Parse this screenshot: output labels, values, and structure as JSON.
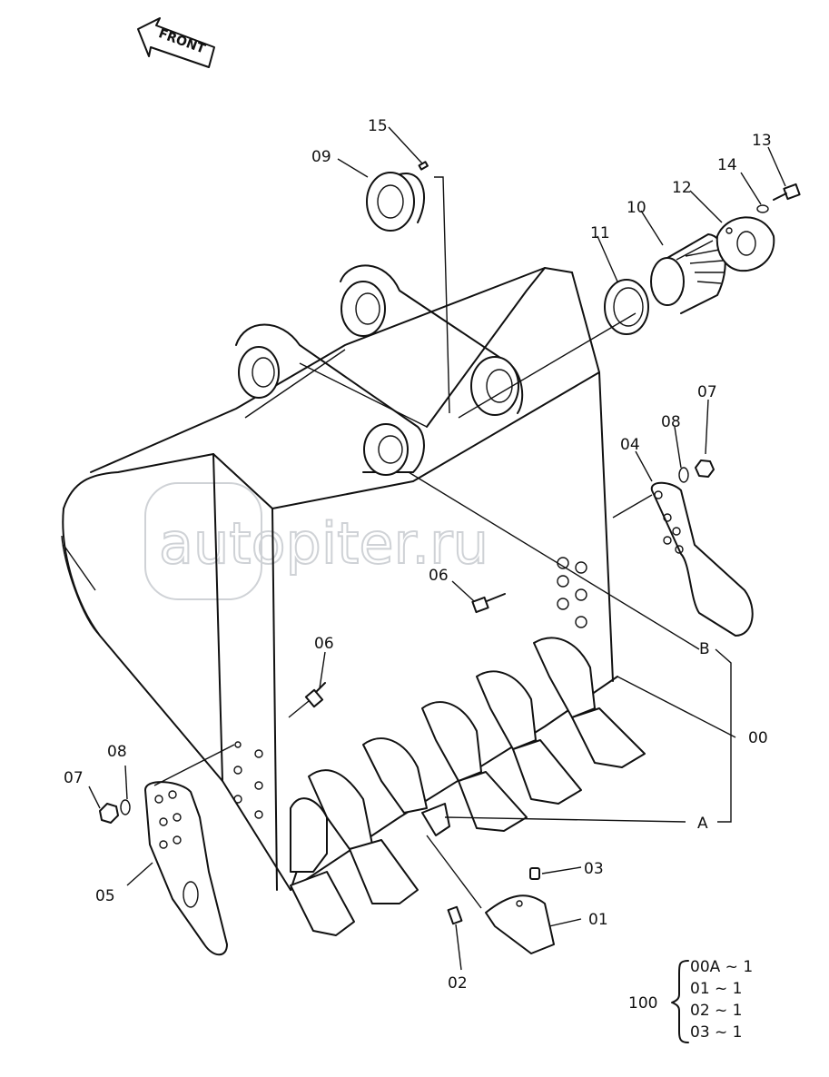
{
  "front_arrow": {
    "label": "FRONT"
  },
  "watermark": {
    "text": "autopiter.ru"
  },
  "callouts": {
    "c15": "15",
    "c09": "09",
    "c13": "13",
    "c14": "14",
    "c12": "12",
    "c10": "10",
    "c11": "11",
    "c07_right": "07",
    "c08_right": "08",
    "c04": "04",
    "c06_upper": "06",
    "c06_lower": "06",
    "cB": "B",
    "c00": "00",
    "cA": "A",
    "c08_left": "08",
    "c07_left": "07",
    "c05": "05",
    "c03": "03",
    "c01": "01",
    "c02": "02"
  },
  "kit": {
    "label": "100",
    "rows": [
      "00A ~ 1",
      "01  ~ 1",
      "02  ~ 1",
      "03 ~ 1"
    ]
  }
}
